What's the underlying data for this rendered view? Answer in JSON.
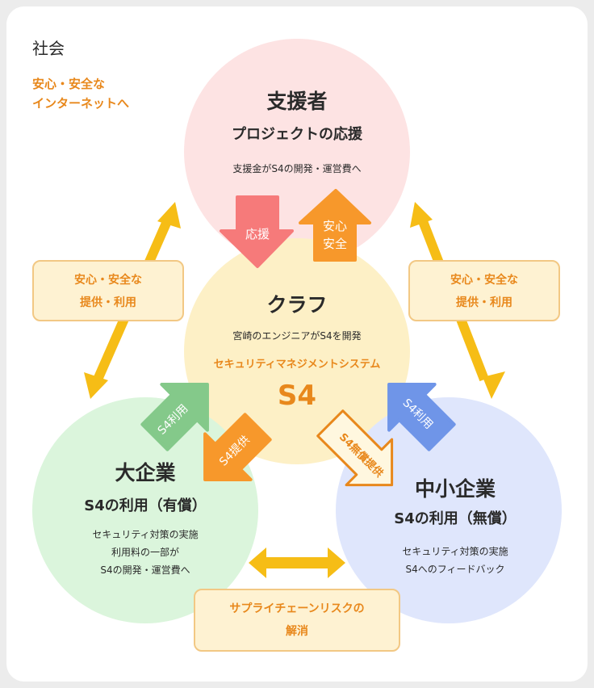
{
  "society": {
    "title": "社会",
    "tagline_line1": "安心・安全な",
    "tagline_line2": "インターネットへ"
  },
  "nodes": {
    "supporters": {
      "title": "支援者",
      "subtitle": "プロジェクトの応援",
      "desc": "支援金がS4の開発・運営費へ",
      "color": "#fde3e3"
    },
    "craf": {
      "title": "クラフ",
      "desc": "宮崎のエンジニアがS4を開発",
      "system_label": "セキュリティマネジメントシステム",
      "system_name": "S4",
      "color": "#fdf0c6"
    },
    "large_enterprise": {
      "title": "大企業",
      "subtitle": "S4の利用（有償）",
      "desc_lines": [
        "セキュリティ対策の実施",
        "利用料の一部が",
        "S4の開発・運営費へ"
      ],
      "color": "#dbf5dc"
    },
    "sme": {
      "title": "中小企業",
      "subtitle": "S4の利用（無償）",
      "desc_lines": [
        "セキュリティ対策の実施",
        "S4へのフィードバック"
      ],
      "color": "#dfe6fc"
    }
  },
  "arrows": {
    "support": {
      "label": "応援",
      "color": "#f67a7a"
    },
    "safety": {
      "label_line1": "安心",
      "label_line2": "安全",
      "color": "#f7982b"
    },
    "large_use": {
      "label": "S4利用",
      "color": "#84c98a"
    },
    "large_provide": {
      "label": "S4提供",
      "color": "#f7982b"
    },
    "sme_free_provide": {
      "label": "S4無償提供",
      "color": "#fff7df",
      "border": "#e8881c"
    },
    "sme_use": {
      "label": "S4利用",
      "color": "#6f95e8"
    },
    "double_arrow_color": "#f6bd16"
  },
  "labels": {
    "left_safety": {
      "line1": "安心・安全な",
      "line2": "提供・利用"
    },
    "right_safety": {
      "line1": "安心・安全な",
      "line2": "提供・利用"
    },
    "supply_chain": {
      "line1": "サプライチェーンリスクの",
      "line2": "解消"
    }
  }
}
